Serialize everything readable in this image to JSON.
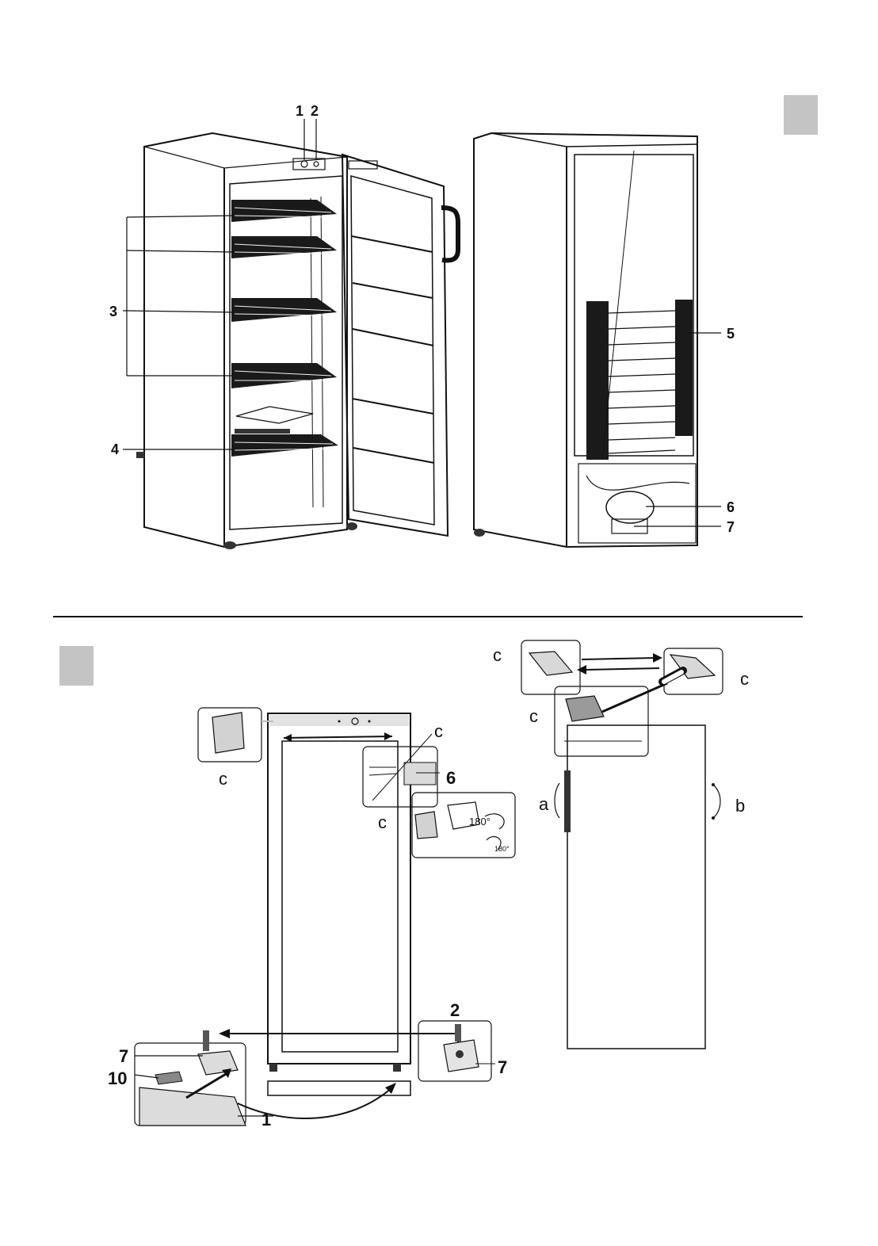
{
  "figure_top": {
    "marker_color": "#c4c4c4",
    "callouts": [
      "1",
      "2",
      "3",
      "4",
      "5",
      "6",
      "7"
    ]
  },
  "figure_bottom": {
    "marker_color": "#c4c4c4",
    "callouts_left": [
      "c",
      "c",
      "6",
      "c",
      "2",
      "7",
      "7",
      "10",
      "1"
    ],
    "callouts_right": [
      "c",
      "c",
      "c",
      "a",
      "b"
    ],
    "rotation_labels": [
      "180°",
      "180°"
    ]
  },
  "colors": {
    "line": "#111111",
    "panel": "#d9d9d9",
    "shelf": "#1a1a1a"
  }
}
